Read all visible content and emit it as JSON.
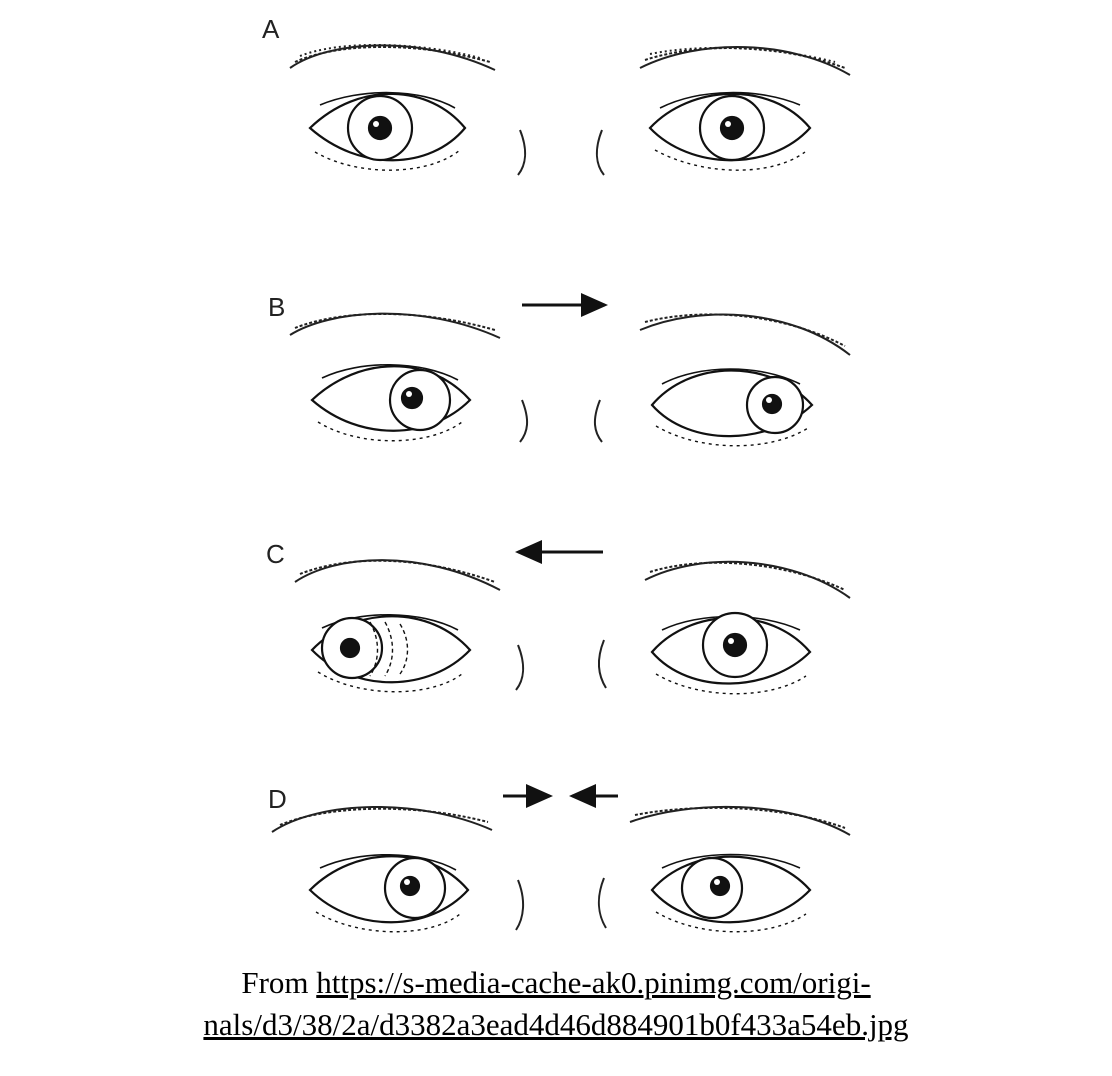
{
  "panels": [
    {
      "letter": "A",
      "gaze": "center",
      "right_eye_pupil": "center",
      "left_eye_pupil": "center",
      "arrows": []
    },
    {
      "letter": "B",
      "gaze": "right",
      "right_eye_pupil": "right",
      "left_eye_pupil": "right",
      "arrows": [
        "right"
      ]
    },
    {
      "letter": "C",
      "gaze": "left",
      "right_eye_pupil": "left",
      "left_eye_pupil": "center",
      "arrows": [
        "left"
      ]
    },
    {
      "letter": "D",
      "gaze": "converge",
      "right_eye_pupil": "inward",
      "left_eye_pupil": "inward",
      "arrows": [
        "right",
        "left"
      ]
    }
  ],
  "caption": {
    "prefix": "From ",
    "url_line1": "https://s-media-cache-ak0.pinimg.com/origi-",
    "url_line2": "nals/d3/38/2a/d3382a3ead4d46d884901b0f433a54eb.jpg"
  }
}
